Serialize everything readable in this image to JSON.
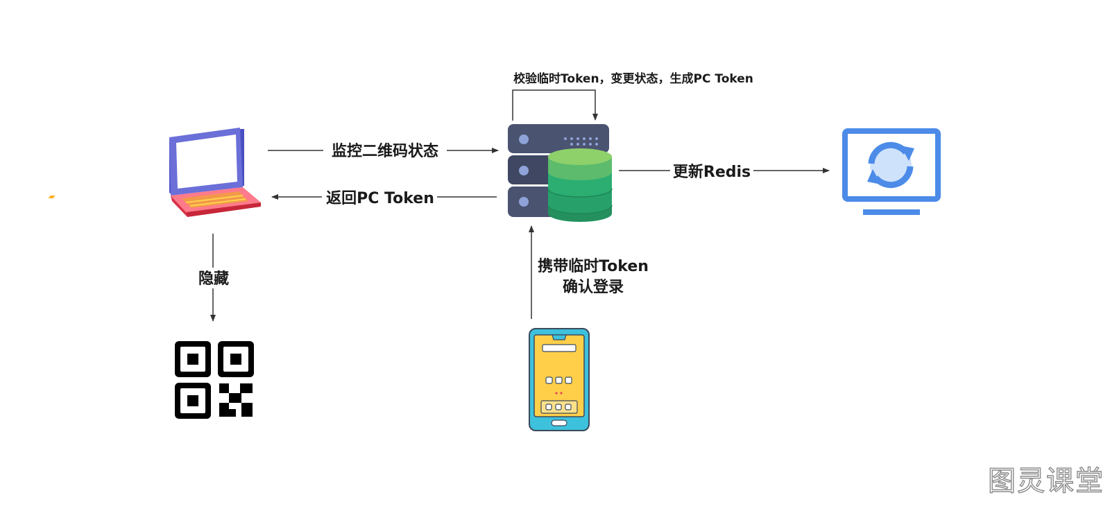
{
  "diagram": {
    "labels": {
      "self_loop": "校验临时Token，变更状态，生成PC Token",
      "monitor_qr": "监控二维码状态",
      "return_pc_token": "返回PC Token",
      "update_redis": "更新Redis",
      "hide": "隐藏",
      "carry_token_line1": "携带临时Token",
      "carry_token_line2": "确认登录"
    },
    "nodes": {
      "laptop": "laptop-icon",
      "server": "server-database-icon",
      "monitor": "monitor-refresh-icon",
      "qrcode": "qr-code-icon",
      "phone": "mobile-phone-icon"
    },
    "colors": {
      "arrow": "#333333",
      "laptop_frame": "#5b5fc7",
      "laptop_screen": "#ffffff",
      "laptop_keyboard": "#e8445a",
      "server_body": "#4d5670",
      "db_green": "#2ca86a",
      "monitor_blue": "#4c8be8",
      "phone_yellow": "#ffcf4a",
      "phone_frame": "#3ec1dc"
    }
  },
  "watermark": "图灵课堂"
}
